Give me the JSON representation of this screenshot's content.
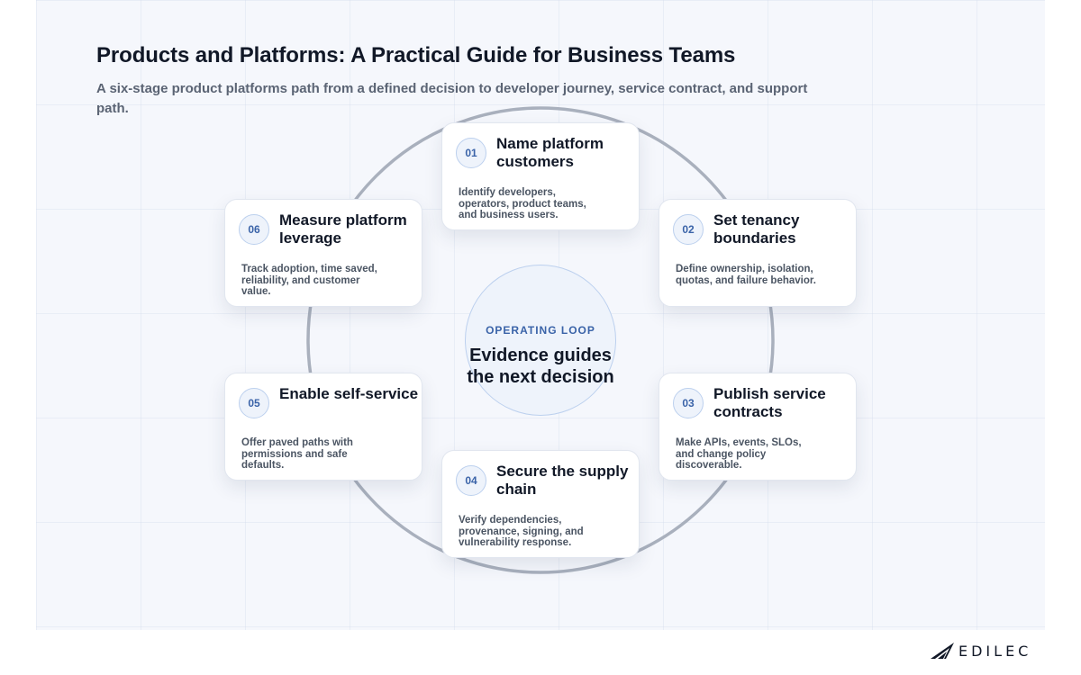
{
  "header": {
    "title": "Products and Platforms: A Practical Guide for Business Teams",
    "subtitle": "A six-stage product platforms path from a defined decision to developer journey, service contract, and support path."
  },
  "center": {
    "eyebrow": "OPERATING LOOP",
    "text": "Evidence guides the next decision"
  },
  "stages": [
    {
      "number": "01",
      "title": "Name platform customers",
      "description": "Identify developers, operators, product teams, and business users."
    },
    {
      "number": "02",
      "title": "Set tenancy boundaries",
      "description": "Define ownership, isolation, quotas, and failure behavior."
    },
    {
      "number": "03",
      "title": "Publish service contracts",
      "description": "Make APIs, events, SLOs, and change policy discoverable."
    },
    {
      "number": "04",
      "title": "Secure the supply chain",
      "description": "Verify dependencies, provenance, signing, and vulnerability response."
    },
    {
      "number": "05",
      "title": "Enable self-service",
      "description": "Offer paved paths with permissions and safe defaults."
    },
    {
      "number": "06",
      "title": "Measure platform leverage",
      "description": "Track adoption, time saved, reliability, and customer value."
    }
  ],
  "brand": {
    "name": "EDILEC",
    "icon": "edilec-logo-icon"
  },
  "colors": {
    "accent": "#3a63a8",
    "background": "#f5f7fc",
    "ring": "#a9b0bd"
  }
}
